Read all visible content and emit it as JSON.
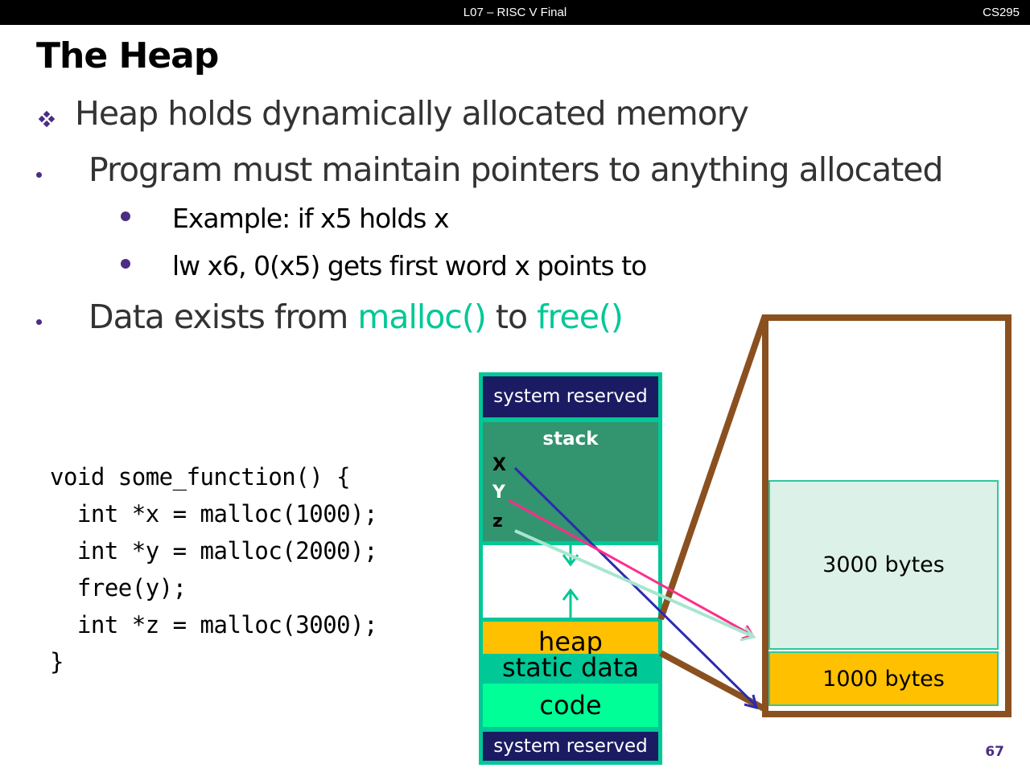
{
  "header": {
    "lecture_title": "L07 – RISC V Final",
    "course": "CS295"
  },
  "slide": {
    "title": "The Heap",
    "page_number": "67",
    "bullets": [
      {
        "level": 1,
        "text": "Heap holds dynamically allocated memory"
      },
      {
        "level": 1,
        "text": "Program must maintain pointers to anything allocated"
      },
      {
        "level": 2,
        "text": "Example: if x5 holds x"
      },
      {
        "level": 2,
        "text": "lw x6, 0(x5) gets first word x points to"
      },
      {
        "level": 1,
        "parts": {
          "before": "Data exists from ",
          "malloc": "malloc()",
          "middle": " to ",
          "free": "free()"
        }
      }
    ],
    "code_lines": [
      "void some_function() {",
      "  int *x = malloc(1000);",
      "  int *y = malloc(2000);",
      "  free(y);",
      "  int *z = malloc(3000);",
      "}"
    ]
  },
  "memory_diagram": {
    "segments": {
      "system_reserved_top": "system reserved",
      "stack": "stack",
      "heap": "heap",
      "static_data": "static data",
      "code": "code",
      "system_reserved_bottom": "system reserved"
    },
    "pointer_labels": [
      "X",
      "Y",
      "z"
    ],
    "heap_blocks": {
      "block_3000": "3000 bytes",
      "block_1000": "1000 bytes"
    },
    "colors": {
      "system_reserved": "#1b1b63",
      "stack": "#339470",
      "heap": "#ffc000",
      "static_data": "#00c896",
      "code": "#00ff96",
      "zoom_outline": "#8b5020",
      "pointer_x": "#2b2bb0",
      "pointer_y": "#ff2d8a",
      "pointer_z": "#a8e6cf",
      "accent": "#00c896",
      "bullet": "#4b2e83"
    }
  }
}
